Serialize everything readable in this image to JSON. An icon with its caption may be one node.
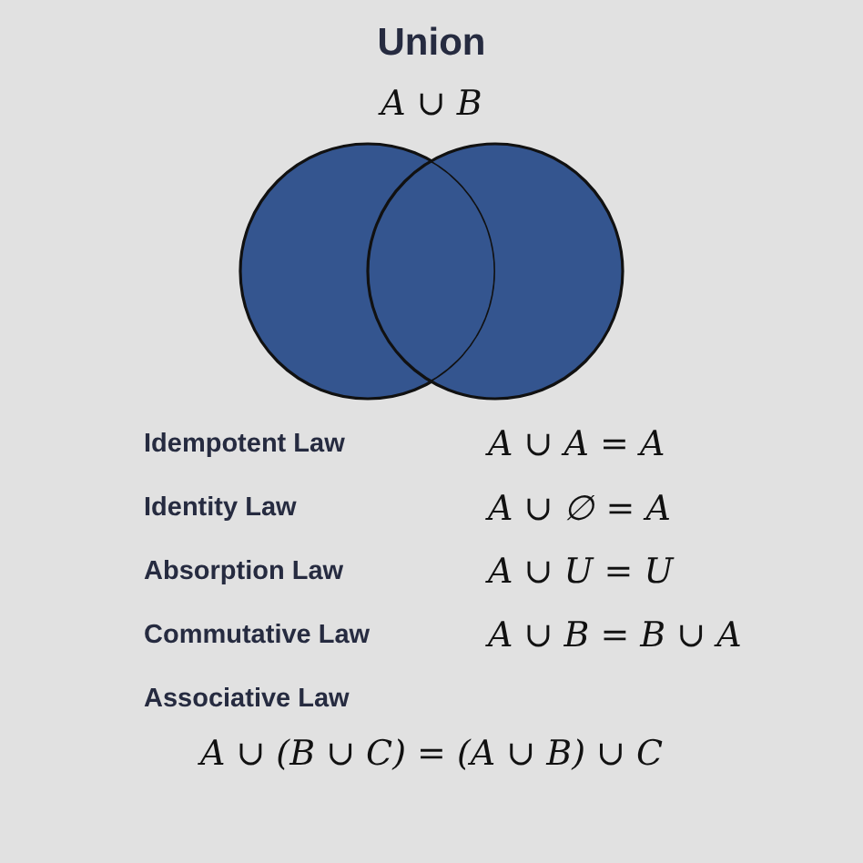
{
  "diagram": {
    "title": "Union",
    "nodes": [
      {
        "text": [],
        "shape": "circle"
      },
      {
        "text": [],
        "shape": "circle"
      }
    ],
    "labels": [
      "A ∪ B",
      "Idempotent Law",
      "A ∪ A = A",
      "Identity Law",
      "A ∪ ∅ = A",
      "Absorption Law",
      "A ∪ U = U",
      "Commutative Law",
      "A ∪ B = B ∪ A",
      "Associative Law",
      "A ∪ (B ∪ C) = (A ∪ B) ∪ C"
    ]
  }
}
